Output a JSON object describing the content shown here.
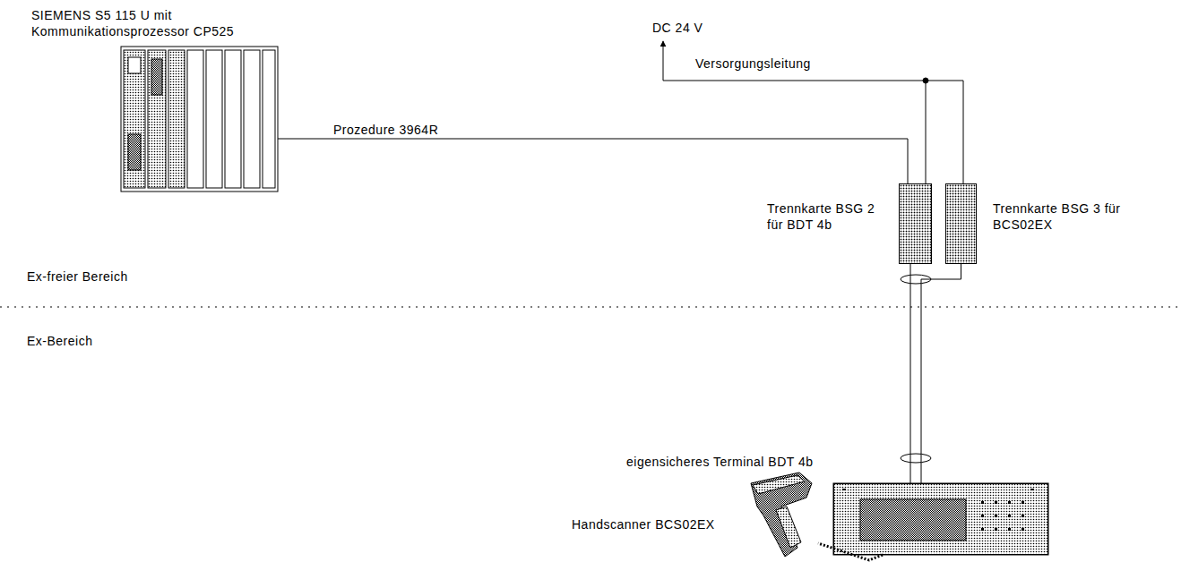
{
  "diagram": {
    "nodes": [
      {
        "text": [
          "SIEMENS S5 115 U mit Kommunikationsprozessor CP525"
        ]
      },
      {
        "text": [
          "Trennkarte BSG 2 für BDT 4b"
        ]
      },
      {
        "text": [
          "Trennkarte BSG 3 für BCS02EX"
        ]
      },
      {
        "text": [
          "eigensicheres Terminal BDT 4b"
        ]
      },
      {
        "text": [
          "Handscanner BCS02EX"
        ]
      }
    ],
    "edges": [
      {
        "from": 0,
        "to": 1,
        "label": "Prozedure 3964R",
        "arrow": "none"
      },
      {
        "from": 1,
        "to": 3,
        "arrow": "none"
      },
      {
        "from": 2,
        "to": 3,
        "arrow": "none"
      },
      {
        "from": 3,
        "to": 4,
        "arrow": "none"
      }
    ],
    "labels": [
      "DC 24 V",
      "Versorgungsleitung",
      "Ex-freier Bereich",
      "Ex-Bereich"
    ]
  }
}
